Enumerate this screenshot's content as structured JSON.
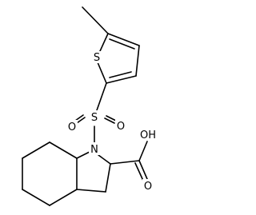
{
  "molecule": {
    "atoms": {
      "sulfur_thiophene": "S",
      "sulfur_sulfonyl": "S",
      "oxygen_left": "O",
      "oxygen_right": "O",
      "nitrogen": "N",
      "oxygen_carbonyl": "O",
      "hydroxyl": "OH"
    }
  }
}
